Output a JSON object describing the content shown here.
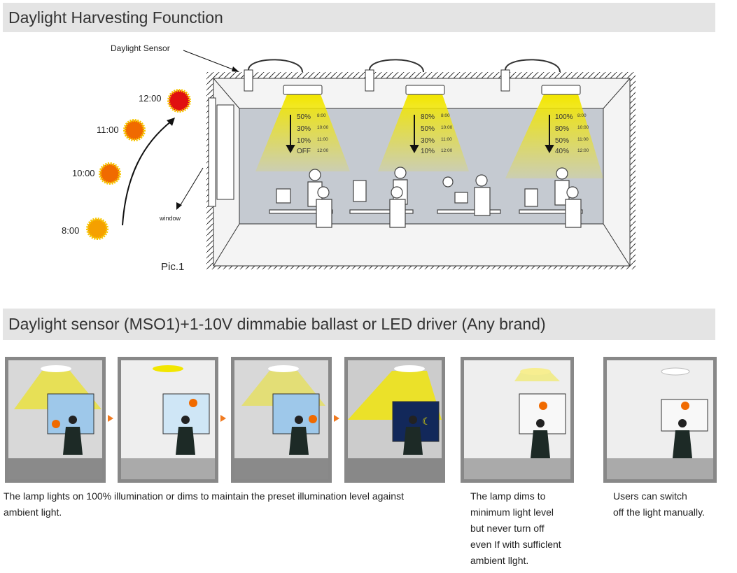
{
  "sections": [
    {
      "title": "Daylight Harvesting Founction"
    },
    {
      "title": "Daylight sensor (MSO1)+1-10V dimmabie ballast or LED driver (Any brand)"
    }
  ],
  "diagram1": {
    "sensor_label": "Daylight Sensor",
    "window_label": "window",
    "pic_label": "Pic.1",
    "suns": [
      {
        "time": "12:00"
      },
      {
        "time": "11:00"
      },
      {
        "time": "10:00"
      },
      {
        "time": "8:00"
      }
    ],
    "lamps": [
      {
        "levels": [
          {
            "pct": "50%",
            "time": "8:00"
          },
          {
            "pct": "30%",
            "time": "10:00"
          },
          {
            "pct": "10%",
            "time": "11:00"
          },
          {
            "pct": "OFF",
            "time": "12:00"
          }
        ]
      },
      {
        "levels": [
          {
            "pct": "80%",
            "time": "8:00"
          },
          {
            "pct": "50%",
            "time": "10:00"
          },
          {
            "pct": "30%",
            "time": "11:00"
          },
          {
            "pct": "10%",
            "time": "12:00"
          }
        ]
      },
      {
        "levels": [
          {
            "pct": "100%",
            "time": "8:00"
          },
          {
            "pct": "80%",
            "time": "10:00"
          },
          {
            "pct": "50%",
            "time": "11:00"
          },
          {
            "pct": "40%",
            "time": "12:00"
          }
        ]
      }
    ],
    "colors": {
      "light": "#f2e600",
      "wall": "#c5cad1",
      "sun_noon": "#e01010",
      "sun_orange": "#f06a00",
      "sun_rim": "#f7c600"
    }
  },
  "captions": {
    "c1": "The lamp lights on 100% illumination or dims to maintain the preset illumination level against ambient light.",
    "c2_lines": [
      "The lamp dims to",
      "minimum light level",
      "but never turn off",
      "even If with sufficlent",
      "ambient llght."
    ],
    "c3_lines": [
      "Users can switch",
      "off the light manually."
    ]
  }
}
